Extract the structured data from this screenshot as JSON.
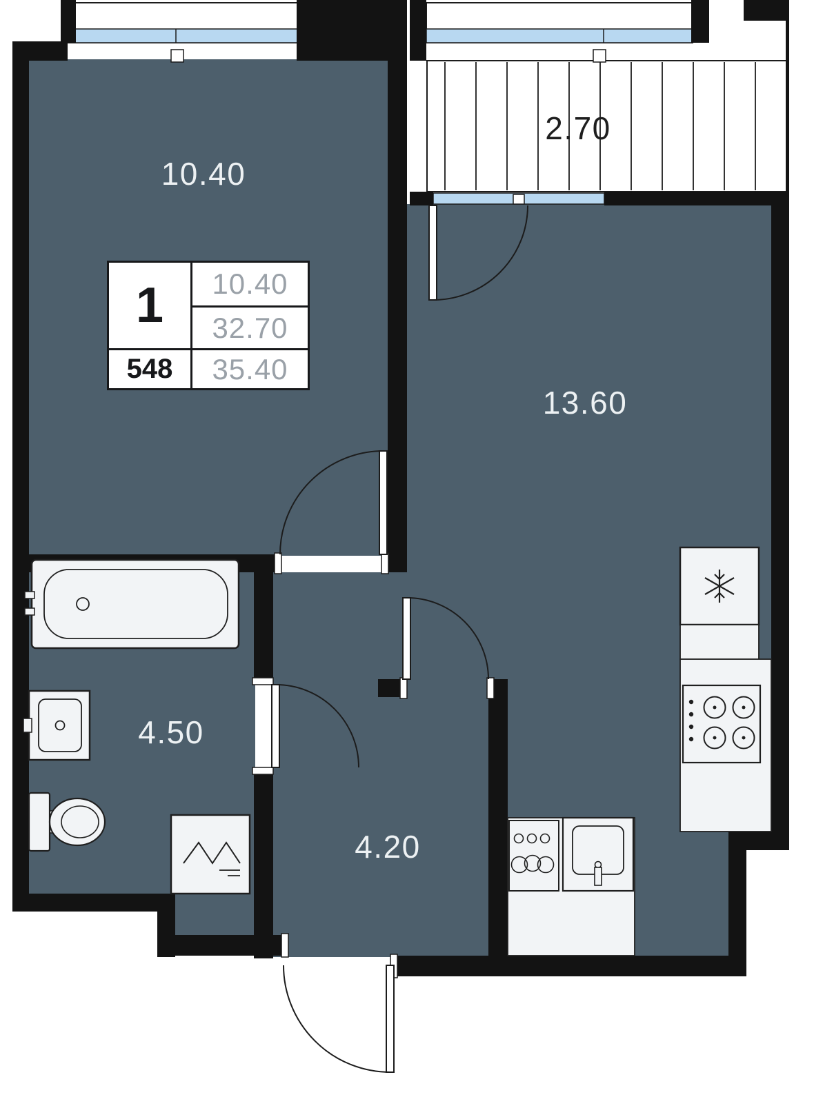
{
  "unit_card": {
    "rooms_count": "1",
    "unit_number": "548",
    "values": [
      "10.40",
      "32.70",
      "35.40"
    ]
  },
  "rooms": [
    {
      "name": "living-room",
      "label": "10.40"
    },
    {
      "name": "balcony",
      "label": "2.70"
    },
    {
      "name": "kitchen-living-room",
      "label": "13.60"
    },
    {
      "name": "bathroom",
      "label": "4.50"
    },
    {
      "name": "hallway",
      "label": "4.20"
    }
  ],
  "icons": {
    "fridge": "snowflake-icon",
    "stove": "four-burners-icon",
    "sink": "basin-icon",
    "water_heater": "wave-icon"
  },
  "colors": {
    "floor": "#4d5f6c",
    "wall": "#131313",
    "window_glass": "#b8d8f1",
    "fixture_fill": "#f2f4f6",
    "label_on_dark": "#edf1f3",
    "label_on_light": "#1e1e1e",
    "card_muted_text": "#9aa1a8",
    "card_dark_text": "#17181a"
  }
}
